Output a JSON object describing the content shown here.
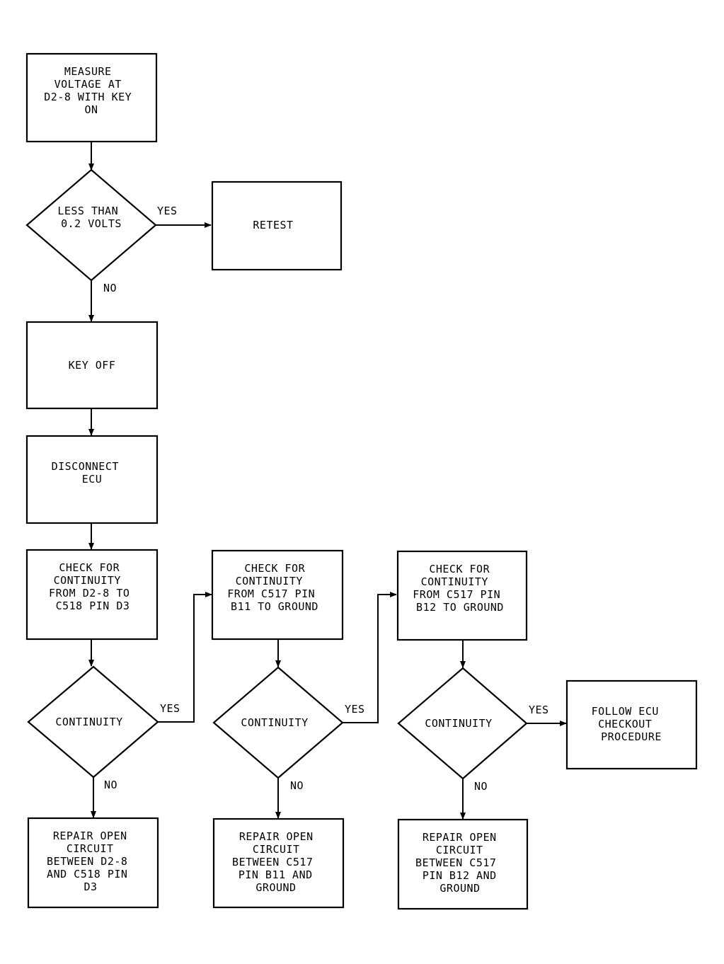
{
  "flowchart": {
    "measure": [
      "MEASURE",
      "VOLTAGE AT",
      "D2-8 WITH KEY",
      "ON"
    ],
    "less_than": [
      "LESS THAN",
      "0.2 VOLTS"
    ],
    "retest": [
      "RETEST"
    ],
    "key_off": [
      "KEY OFF"
    ],
    "disconnect": [
      "DISCONNECT",
      "ECU"
    ],
    "check1": [
      "CHECK FOR",
      "CONTINUITY",
      "FROM D2-8 TO",
      "C518 PIN D3"
    ],
    "check2": [
      "CHECK FOR",
      "CONTINUITY",
      "FROM C517 PIN",
      "B11 TO GROUND"
    ],
    "check3": [
      "CHECK FOR",
      "CONTINUITY",
      "FROM C517 PIN",
      "B12 TO GROUND"
    ],
    "continuity1": [
      "CONTINUITY"
    ],
    "continuity2": [
      "CONTINUITY"
    ],
    "continuity3": [
      "CONTINUITY"
    ],
    "follow": [
      "FOLLOW ECU",
      "CHECKOUT",
      "PROCEDURE"
    ],
    "repair1": [
      "REPAIR OPEN",
      "CIRCUIT",
      "BETWEEN D2-8",
      "AND C518 PIN",
      "D3"
    ],
    "repair2": [
      "REPAIR OPEN",
      "CIRCUIT",
      "BETWEEN C517",
      "PIN B11 AND",
      "GROUND"
    ],
    "repair3": [
      "REPAIR OPEN",
      "CIRCUIT",
      "BETWEEN C517",
      "PIN B12 AND",
      "GROUND"
    ],
    "labels": {
      "yes_retest": "YES",
      "no_key_off": "NO",
      "yes_1": "YES",
      "no_1": "NO",
      "yes_2": "YES",
      "no_2": "NO",
      "yes_3": "YES",
      "no_3": "NO"
    }
  }
}
